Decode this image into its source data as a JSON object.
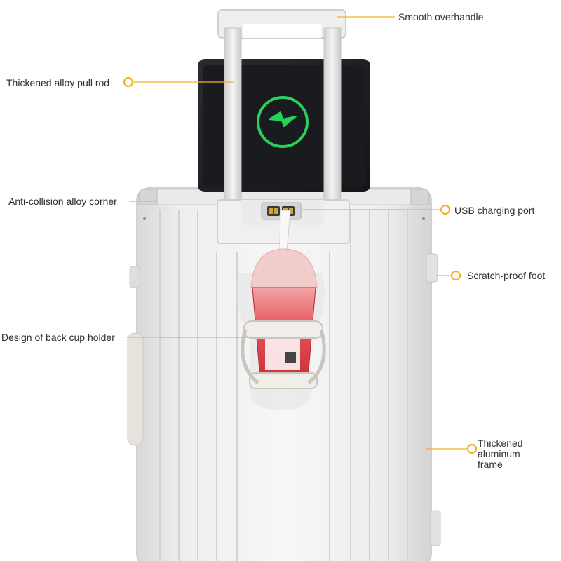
{
  "callouts": {
    "overhandle": "Smooth overhandle",
    "pull_rod": "Thickened alloy pull rod",
    "corner": "Anti-collision alloy corner",
    "usb": "USB charging port",
    "foot": "Scratch-proof foot",
    "cup_holder": "Design of back cup holder",
    "frame": "Thickened aluminum frame"
  },
  "colors": {
    "leader_line": "#f5b41e",
    "charge_ring": "#27d15a",
    "tablet": "#1c1d20",
    "luggage": "#e9e9e9",
    "drink": "#e0484a"
  },
  "icons": {
    "tablet_screen": "lightning-bolt-icon",
    "callout_marker": "ring-marker-icon"
  }
}
